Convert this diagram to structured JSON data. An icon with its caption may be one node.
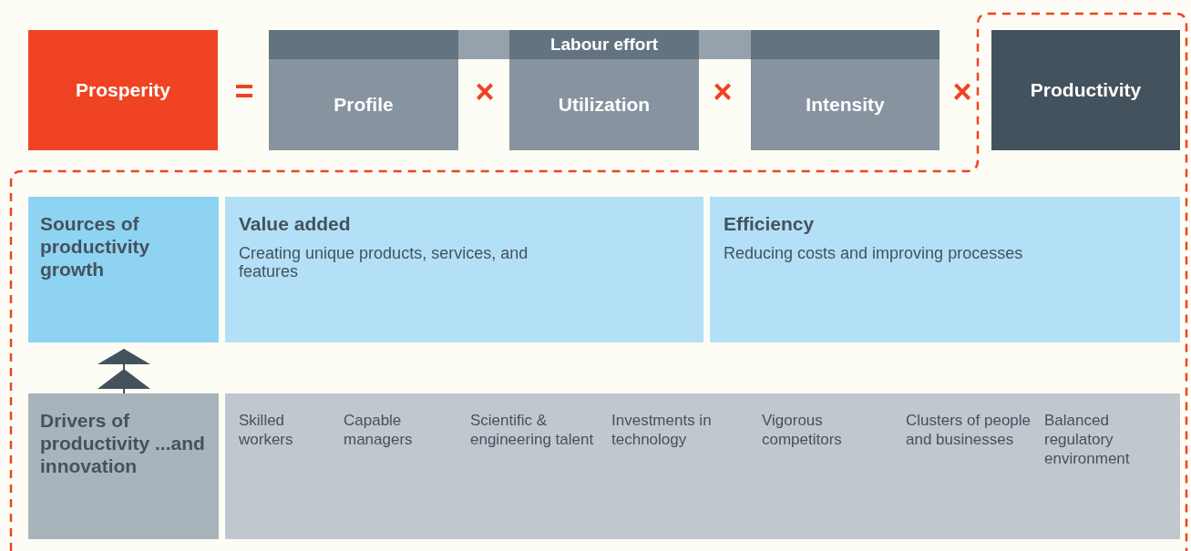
{
  "diagram": {
    "nodes": [
      {
        "text": [
          "Prosperity"
        ]
      },
      {
        "text": [
          "Labour effort"
        ]
      },
      {
        "text": [
          "Profile"
        ]
      },
      {
        "text": [
          "Utilization"
        ]
      },
      {
        "text": [
          "Intensity"
        ]
      },
      {
        "text": [
          "Productivity"
        ]
      },
      {
        "text": [
          "Sources of productivity growth"
        ]
      },
      {
        "text": [
          "Value added",
          "Creating unique products, services, and features"
        ]
      },
      {
        "text": [
          "Efficiency",
          "Reducing costs and improving processes"
        ]
      },
      {
        "text": [
          "Drivers of productivity ...and innovation"
        ]
      },
      {
        "text": [
          "Skilled workers",
          "Capable managers",
          "Scientific & engineering talent",
          "Investments in technology",
          "Vigorous competitors",
          "Clusters of people and businesses",
          "Balanced regulatory environment"
        ]
      }
    ],
    "edges": [
      {
        "from": 9,
        "to": 6,
        "arrow": "to"
      }
    ],
    "labels": [
      "=",
      "×",
      "×",
      "×"
    ]
  }
}
